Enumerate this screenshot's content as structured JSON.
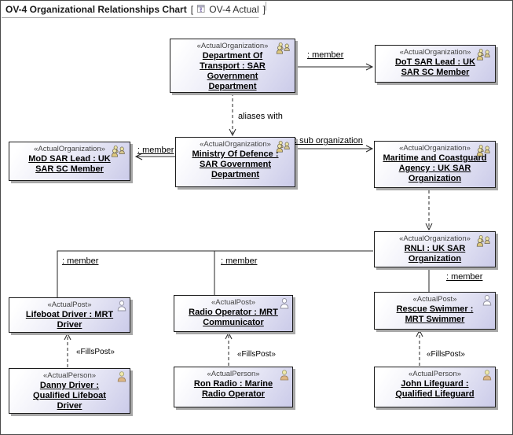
{
  "frame": {
    "title": "OV-4 Organizational Relationships Chart",
    "open_bracket": "[",
    "context": "OV-4 Actual",
    "close_bracket": "]"
  },
  "nodes": [
    {
      "stereotype": "«ActualOrganization»",
      "name": "Department Of Transport : SAR Government Department",
      "icon": "organization-icon"
    },
    {
      "stereotype": "«ActualOrganization»",
      "name": "DoT SAR Lead : UK SAR SC Member",
      "icon": "organization-icon"
    },
    {
      "stereotype": "«ActualOrganization»",
      "name": "MoD SAR Lead : UK SAR SC Member",
      "icon": "organization-icon"
    },
    {
      "stereotype": "«ActualOrganization»",
      "name": "Ministry Of Defence : SAR Government Department",
      "icon": "organization-icon"
    },
    {
      "stereotype": "«ActualOrganization»",
      "name": "Maritime and Coastguard Agency : UK SAR Organization",
      "icon": "organization-icon"
    },
    {
      "stereotype": "«ActualOrganization»",
      "name": "RNLI : UK SAR Organization",
      "icon": "organization-icon"
    },
    {
      "stereotype": "«ActualPost»",
      "name": "Lifeboat Driver : MRT Driver",
      "icon": "post-icon"
    },
    {
      "stereotype": "«ActualPost»",
      "name": "Radio Operator : MRT Communicator",
      "icon": "post-icon"
    },
    {
      "stereotype": "«ActualPost»",
      "name": "Rescue Swimmer : MRT Swimmer",
      "icon": "post-icon"
    },
    {
      "stereotype": "«ActualPerson»",
      "name": "Danny Driver : Qualified Lifeboat Driver",
      "icon": "person-icon"
    },
    {
      "stereotype": "«ActualPerson»",
      "name": "Ron Radio : Marine Radio Operator",
      "icon": "person-icon"
    },
    {
      "stereotype": "«ActualPerson»",
      "name": "John Lifeguard : Qualified Lifeguard",
      "icon": "person-icon"
    }
  ],
  "edge_labels": {
    "dot_member": ": member",
    "aliases_with": "aliases with",
    "mod_member": ": member",
    "sub_organization": ": sub organization",
    "rnli_member_left": ": member",
    "rnli_member_mid": ": member",
    "rnli_member_right": ": member",
    "fillspost_1": "«FillsPost»",
    "fillspost_2": "«FillsPost»",
    "fillspost_3": "«FillsPost»"
  },
  "colors": {
    "node_fill_top": "#ffffff",
    "node_fill_bottom": "#cbcbe9",
    "node_border": "#1b1b1b",
    "node_shadow": "#a8a8a8",
    "line": "#262626",
    "person_tan": "#ddb684",
    "head_yellow": "#efe6a8"
  }
}
